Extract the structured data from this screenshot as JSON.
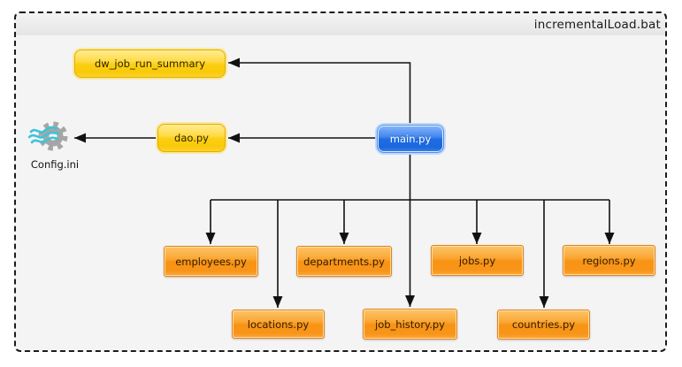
{
  "container": {
    "title": "incrementalLoad.bat"
  },
  "nodes": {
    "dw_job_run_summary": {
      "label": "dw_job_run_summary",
      "type": "yellow"
    },
    "dao": {
      "label": "dao.py",
      "type": "yellow"
    },
    "main": {
      "label": "main.py",
      "type": "blue"
    },
    "config": {
      "label": "Config.ini",
      "type": "gear-icon"
    },
    "employees": {
      "label": "employees.py",
      "type": "orange"
    },
    "departments": {
      "label": "departments.py",
      "type": "orange"
    },
    "jobs": {
      "label": "jobs.py",
      "type": "orange"
    },
    "regions": {
      "label": "regions.py",
      "type": "orange"
    },
    "locations": {
      "label": "locations.py",
      "type": "orange"
    },
    "job_history": {
      "label": "job_history.py",
      "type": "orange"
    },
    "countries": {
      "label": "countries.py",
      "type": "orange"
    }
  },
  "edges": [
    {
      "from": "main",
      "to": "dw_job_run_summary"
    },
    {
      "from": "main",
      "to": "dao"
    },
    {
      "from": "dao",
      "to": "config"
    },
    {
      "from": "main",
      "to": "employees"
    },
    {
      "from": "main",
      "to": "locations"
    },
    {
      "from": "main",
      "to": "departments"
    },
    {
      "from": "main",
      "to": "job_history"
    },
    {
      "from": "main",
      "to": "jobs"
    },
    {
      "from": "main",
      "to": "countries"
    },
    {
      "from": "main",
      "to": "regions"
    }
  ],
  "colors": {
    "node_yellow": "#fccf14",
    "node_orange": "#f89314",
    "node_blue": "#1e6ce4",
    "connector": "#111111",
    "canvas_bg": "#f4f4f4",
    "config_wave": "#3cc4da",
    "config_gear": "#a6a6a6"
  }
}
